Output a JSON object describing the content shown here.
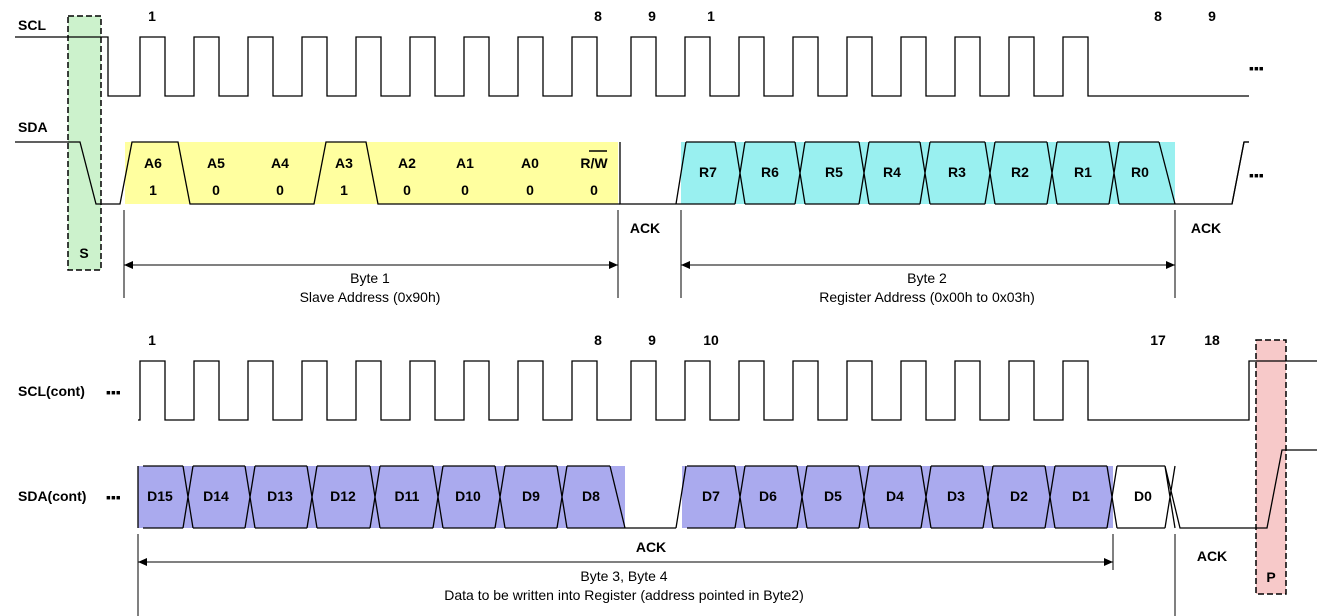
{
  "signals": {
    "scl": "SCL",
    "sda": "SDA",
    "scl_cont": "SCL(cont)",
    "sda_cont": "SDA(cont)",
    "ellipsis": "▪▪▪"
  },
  "conditions": {
    "start": "S",
    "stop": "P"
  },
  "row1": {
    "clock_numbers": [
      "1",
      "8",
      "9",
      "1",
      "8",
      "9"
    ],
    "byte1": {
      "bits": [
        {
          "name": "A6",
          "value": "1"
        },
        {
          "name": "A5",
          "value": "0"
        },
        {
          "name": "A4",
          "value": "0"
        },
        {
          "name": "A3",
          "value": "1"
        },
        {
          "name": "A2",
          "value": "0"
        },
        {
          "name": "A1",
          "value": "0"
        },
        {
          "name": "A0",
          "value": "0"
        },
        {
          "name": "R/W",
          "value": "0"
        }
      ],
      "title": "Byte 1",
      "subtitle": "Slave Address (0x90h)"
    },
    "byte2": {
      "bits": [
        "R7",
        "R6",
        "R5",
        "R4",
        "R3",
        "R2",
        "R1",
        "R0"
      ],
      "title": "Byte 2",
      "subtitle": "Register Address (0x00h to 0x03h)"
    },
    "ack": [
      "ACK",
      "ACK"
    ]
  },
  "row2": {
    "clock_numbers": [
      "1",
      "8",
      "9",
      "10",
      "17",
      "18"
    ],
    "data_bits": [
      "D15",
      "D14",
      "D13",
      "D12",
      "D11",
      "D10",
      "D9",
      "D8",
      "D7",
      "D6",
      "D5",
      "D4",
      "D3",
      "D2",
      "D1",
      "D0"
    ],
    "ack": [
      "ACK",
      "ACK"
    ],
    "caption_title": "Byte 3, Byte 4",
    "caption_subtitle": "Data to be written into Register (address pointed in Byte2)"
  },
  "colors": {
    "start_box": "#ccf2cc",
    "stop_box": "#f7c9c9",
    "byte1_fill": "#ffff9f",
    "byte2_fill": "#99f0f0",
    "data_fill": "#aaaaee"
  }
}
